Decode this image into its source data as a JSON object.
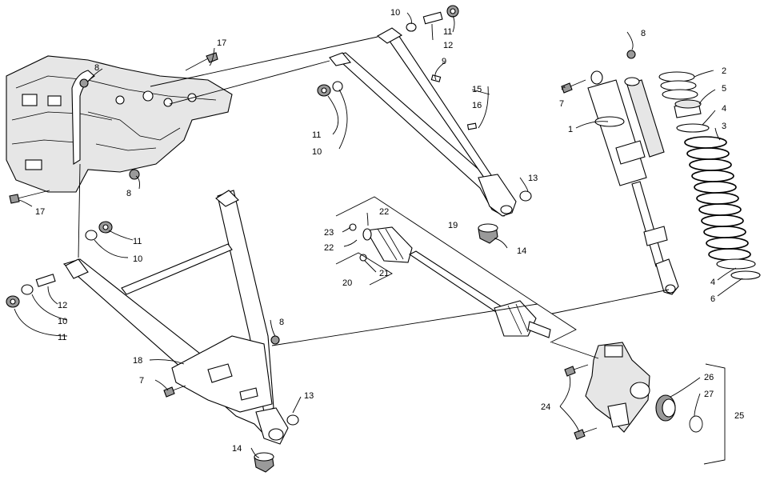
{
  "labels": {
    "p1": "1",
    "p2": "2",
    "p3": "3",
    "p4a": "4",
    "p4b": "4",
    "p5": "5",
    "p6": "6",
    "p7a": "7",
    "p7b": "7",
    "p8a": "8",
    "p8b": "8",
    "p8c": "8",
    "p8d": "8",
    "p9": "9",
    "p10a": "10",
    "p10b": "10",
    "p10c": "10",
    "p10d": "10",
    "p11a": "11",
    "p11b": "11",
    "p11c": "11",
    "p11d": "11",
    "p12a": "12",
    "p12b": "12",
    "p13a": "13",
    "p13b": "13",
    "p14a": "14",
    "p14b": "14",
    "p15": "15",
    "p16": "16",
    "p17a": "17",
    "p17b": "17",
    "p18": "18",
    "p19": "19",
    "p20": "20",
    "p21": "21",
    "p22a": "22",
    "p22b": "22",
    "p23": "23",
    "p24": "24",
    "p25": "25",
    "p26": "26",
    "p27": "27"
  }
}
